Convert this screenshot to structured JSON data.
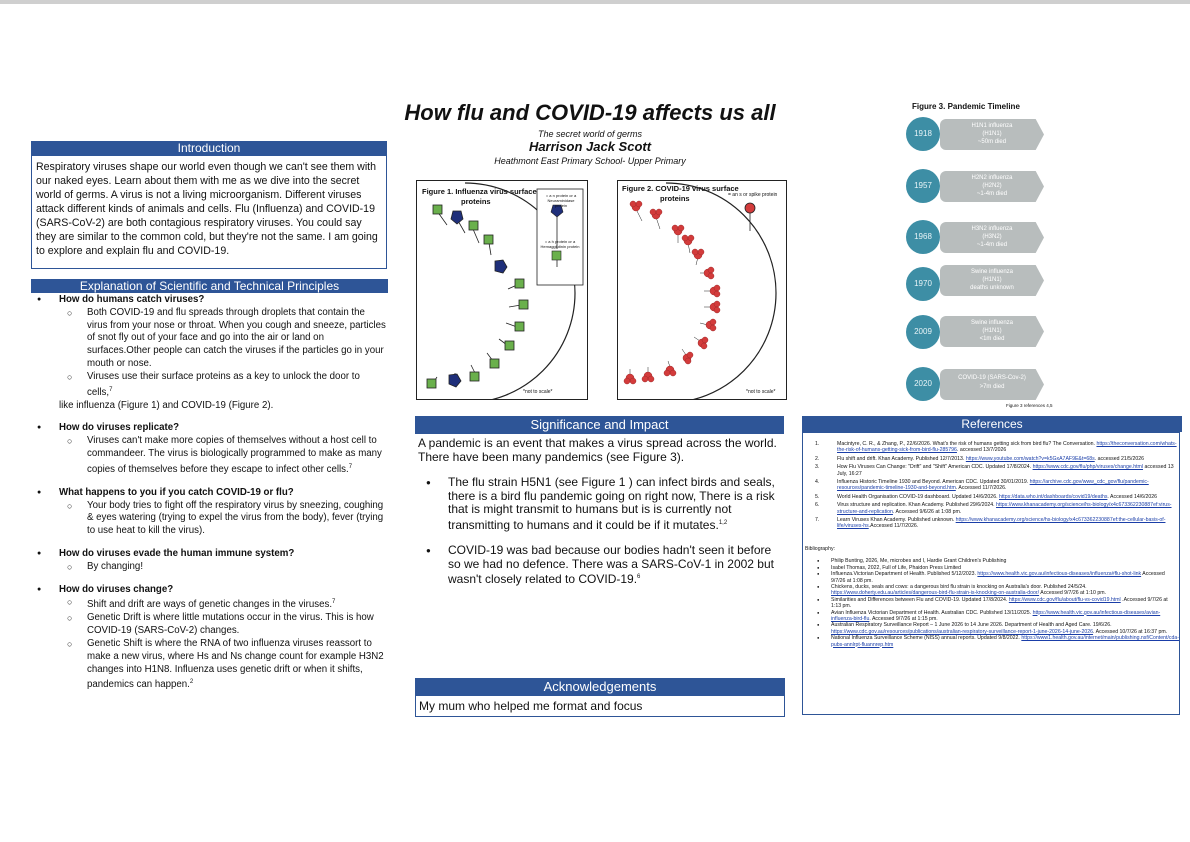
{
  "title": {
    "main": "How flu and COVID-19 affects us all",
    "subtitle": "The secret world of germs",
    "author": "Harrison Jack Scott",
    "school": "Heathmont East Primary School- Upper Primary"
  },
  "introduction": {
    "heading": "Introduction",
    "text": "Respiratory viruses shape our world even though we can't see them with our naked eyes. Learn about them with me as we dive into the secret world of germs. A virus is not a living microorganism. Different viruses attack different kinds of animals and cells. Flu (Influenza) and COVID-19 (SARS-CoV-2) are both contagious respiratory viruses. You could say they are similar to the common cold, but they're not the same. I am going to explore and explain flu and COVID-19."
  },
  "explanation": {
    "heading": "Explanation of Scientific and Technical Principles",
    "q1": "How do humans catch viruses?",
    "q1_a1": "Both COVID-19 and flu spreads through droplets that contain the virus from your nose or throat. When you cough and sneeze, particles of snot fly out of your face and go into the air or land on surfaces.Other people can catch the viruses if the particles go in your mouth or nose.",
    "q1_a2": "Viruses use their surface proteins as a key to unlock the door to cells,",
    "q1_a2_sup": "7",
    "q1_a2_cont": "like influenza (Figure 1) and COVID-19 (Figure 2).",
    "q2": "How do viruses replicate?",
    "q2_a1": "Viruses can't make more copies of themselves without a host cell to commandeer. The virus is biologically programmed to make as many copies of themselves before they escape to infect other cells.",
    "q2_a1_sup": "7",
    "q3": "What happens to you if you catch COVID-19 or flu?",
    "q3_a1": "Your body tries to fight off the respiratory virus by sneezing, coughing & eyes watering (trying to expel the virus from the body), fever (trying to use heat to kill the virus).",
    "q4": "How do viruses evade the human immune system?",
    "q4_a1": "By changing!",
    "q5": "How do viruses change?",
    "q5_a1": "Shift and drift are ways of genetic changes in the viruses.",
    "q5_a1_sup": "7",
    "q5_a2": "Genetic Drift is where little mutations occur in the virus. This is how COVID-19 (SARS-CoV-2) changes.",
    "q5_a3": "Genetic Shift is where the RNA of two influenza viruses reassort to make a new virus, where Hs and Ns change count for example H3N2 changes into H1N8. Influenza uses genetic drift or when it shifts, pandemics can happen.",
    "q5_a3_sup": "2"
  },
  "figure1": {
    "title_line1": "Figure 1. Influenza virus surface",
    "title_line2": "proteins",
    "legend_n": "= a n protein or a Neuraminidase protein",
    "legend_h": "= a h protein or a Hemagglutinin protein",
    "note": "*not to scale*"
  },
  "figure2": {
    "title_line1": "Figure 2. COVID-19 virus surface",
    "title_line2": "proteins",
    "legend_s": "= an s or spike protein",
    "note": "*not to scale*"
  },
  "significance": {
    "heading": "Significance and Impact",
    "intro": "A pandemic is an event that makes a virus spread across the world. There have been many pandemics (see Figure 3).",
    "b1": "The flu strain H5N1 (see Figure 1 ) can infect birds and seals, there is a bird flu pandemic going on right now, There is a risk that is might transmit to humans but is is currently not transmitting to humans and it could be if it mutates.",
    "b1_sup": "1,2",
    "b2": "COVID-19 was bad because our bodies hadn't seen it before so we had no defence.  There was a SARS-CoV-1 in 2002 but wasn't closely related to COVID-19.",
    "b2_sup": "6"
  },
  "acknowledgements": {
    "heading": "Acknowledgements",
    "text": "My mum who helped me format and focus"
  },
  "timeline": {
    "title": "Figure 3. Pandemic Timeline",
    "events": [
      {
        "year": "1918",
        "l1": "H1N1 influenza",
        "l2": "(H1N1)",
        "l3": "~50m died"
      },
      {
        "year": "1957",
        "l1": "H2N2 influenza",
        "l2": "(H2N2)",
        "l3": "~1-4m died"
      },
      {
        "year": "1968",
        "l1": "H3N2 influenza",
        "l2": "(H3N2)",
        "l3": "~1-4m died"
      },
      {
        "year": "1970",
        "l1": "Swine influenza",
        "l2": "(H1N1)",
        "l3": "deaths unknown"
      },
      {
        "year": "2009",
        "l1": "Swine influenza",
        "l2": "(H1N1)",
        "l3": "<1m died"
      },
      {
        "year": "2020",
        "l1": "COVID-19 (SARS-Cov-2)",
        "l2": ">7m died",
        "l3": ""
      }
    ],
    "refs": "Figure 3 references 4,5"
  },
  "references": {
    "heading": "References",
    "items": [
      {
        "n": "1.",
        "text": "Macintyre, C. R., & Zhang, P., 22/6/2026. What's the risk of humans getting sick from bird flu? The Conversation.",
        "link": "https://theconversation.com/whats-the-risk-of-humans-getting-sick-from-bird-flu-285796",
        "after": ". accessed 13/7/2026"
      },
      {
        "n": "2.",
        "text": "Flu shift and drift. Khan Academy. Published 12/7/2013.",
        "link": "https://www.youtube.com/watch?v=k5GxA7AF9E&t=68s",
        "after": ". accessed 21/5/2026"
      },
      {
        "n": "3.",
        "text": "How Flu Viruses Can Change: \"Drift\" and \"Shift\" American CDC. Updated 17/8/2024.",
        "link": "https://www.cdc.gov/flu/php/viruses/change.html",
        "after": " accessed 13 July, 16:27"
      },
      {
        "n": "4.",
        "text": "Influenza Historic Timeline 1930 and Beyond. American CDC. Updated 30/01/2019.",
        "link": "https://archive.cdc.gov/www_cdc_gov/flu/pandemic-resources/pandemic-timeline-1930-and-beyond.htm",
        "after": ". Accessed 11/7/2026."
      },
      {
        "n": "5.",
        "text": "World Health Organisation COVID-19 dashboard. Updated 14/6/2026.",
        "link": "https://data.who.int/dashboards/covid19/deaths",
        "after": ". Accessed 14/6/2026"
      },
      {
        "n": "6.",
        "text": "Virus structure and replication. Khan Academy. Published 29/6/2024.",
        "link": "https://www.khanacademy.org/science/hs-biology/x4c673362230887ef:virus-structure-and-replication",
        "after": ". Accessed 9/6/26 at 1:08 pm."
      },
      {
        "n": "7.",
        "text": "Learn Viruses Khan Academy. Published unknown.",
        "link": "https://www.khanacademy.org/science/hs-biology/x4c673362230887ef:the-cellular-basis-of-life/viruses-hs",
        "after": ".Accessed 11/7/2026."
      }
    ],
    "bib_label": "Bibliography:",
    "bibliography": [
      {
        "text": "Philip Bunting, 2026, Me, microbes and I, Hardie Grant Children's Publishing",
        "link": "",
        "after": ""
      },
      {
        "text": "Isabel Thomas, 2022,  Full of Life, Phaidon Press Limited",
        "link": "",
        "after": ""
      },
      {
        "text": "Influenza.Victorian Department of Health. Published 5/12/2023.",
        "link": "https://www.health.vic.gov.au/infectious-diseases/influenza#flu-shot-link",
        "after": " Accessed  9/7/26 at 1:08 pm."
      },
      {
        "text": "Chickens, ducks, seals and cows: a dangerous bird flu strain is knocking on Australia's door. Published 24/5/24.",
        "link": "https://www.doherty.edu.au/articles/dangerous-bird-flu-strain-is-knocking-on-australia-door/",
        "after": " Accessed  9/7/26 at 1:10 pm."
      },
      {
        "text": "Similarities and Differences between Flu and COVID-19.  Updated 17/8/2024.",
        "link": "https://www.cdc.gov/flu/about/flu-vs-covid19.html",
        "after": " .Accessed  9/7/26 at 1:13 pm."
      },
      {
        "text": "Avian Influenza Victorian Department of Health. Australian CDC. Published 13/11/2025.",
        "link": "https://www.health.vic.gov.au/infectious-diseases/avian-influenza-bird-flu",
        "after": ". Accessed  9/7/26 at 1:15 pm."
      },
      {
        "text": "Australian Respiratory Surveillance Report – 1 June 2026 to 14 June 2026. Department of Health and Aged Care. 19/6/26.",
        "link": "https://www.cdc.gov.au/resources/publications/australian-respiratory-surveillance-report-1-june-2026-14-june-2026",
        "after": ". Accessed 10/7/26 at 16:37 pm."
      },
      {
        "text": "National Influenza Surveillance Scheme (NISS) annual reports. Updated 9/8/2022.",
        "link": "https://www1.health.gov.au/internet/main/publishing.nsf/Content/cda-pubs-annlrpt-fluannrep.htm",
        "after": ""
      }
    ]
  },
  "colors": {
    "accent": "#2e5597",
    "circle": "#3d8ea5",
    "pill": "#b8bdbd",
    "green": "#6ab04c",
    "blue": "#1f2f7a",
    "red": "#d33b3b"
  }
}
